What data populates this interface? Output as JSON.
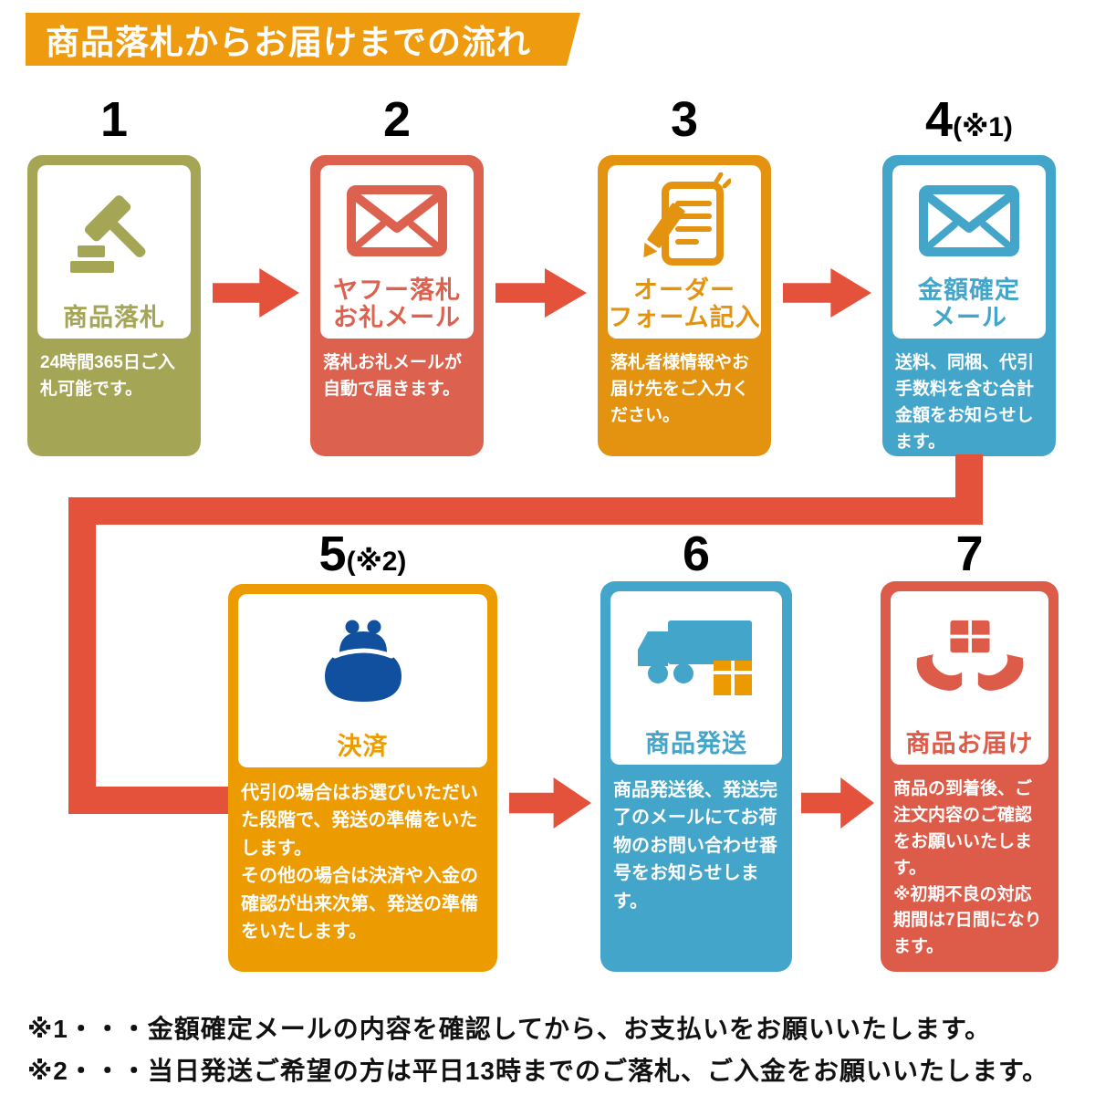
{
  "header": {
    "title": "商品落札からお届けまでの流れ"
  },
  "palette": {
    "header_bg": "#ef9b0f",
    "step1_olive": "#a5a556",
    "step2_red": "#dc614f",
    "step3_orange": "#e39310",
    "step4_blue": "#43a5c9",
    "step5_orange": "#ec9c00",
    "step6_blue": "#43a5c9",
    "step7_red": "#dd5c49",
    "arrow_red": "#e4523b",
    "purse_navy": "#11509f",
    "box_orange": "#eb9a00",
    "number_black": "#000000"
  },
  "steps": [
    {
      "number": "1",
      "note": "",
      "title": "商品落札",
      "desc": "24時間365日ご入札可能です。",
      "icon": "gavel-icon"
    },
    {
      "number": "2",
      "note": "",
      "title": "ヤフー落札\nお礼メール",
      "desc": "落札お礼メールが自動で届きます。",
      "icon": "mail-icon"
    },
    {
      "number": "3",
      "note": "",
      "title": "オーダー\nフォーム記入",
      "desc": "落札者様情報やお届け先をご入力ください。",
      "icon": "order-form-icon"
    },
    {
      "number": "4",
      "note": "(※1)",
      "title": "金額確定\nメール",
      "desc": "送料、同梱、代引手数料を含む合計金額をお知らせします。",
      "icon": "mail-icon"
    },
    {
      "number": "5",
      "note": "(※2)",
      "title": "決済",
      "desc": "代引の場合はお選びいただいた段階で、発送の準備をいたします。\nその他の場合は決済や入金の確認が出来次第、発送の準備をいたします。",
      "icon": "coin-purse-icon"
    },
    {
      "number": "6",
      "note": "",
      "title": "商品発送",
      "desc": "商品発送後、発送完了のメールにてお荷物のお問い合わせ番号をお知らせします。",
      "icon": "truck-icon"
    },
    {
      "number": "7",
      "note": "",
      "title": "商品お届け",
      "desc": "商品の到着後、ご注文内容のご確認をお願いいたします。\n※初期不良の対応期間は7日間になります。",
      "icon": "delivery-hands-icon"
    }
  ],
  "footnotes": [
    "※1・・・金額確定メールの内容を確認してから、お支払いをお願いいたします。",
    "※2・・・当日発送ご希望の方は平日13時までのご落札、ご入金をお願いいたします。"
  ]
}
